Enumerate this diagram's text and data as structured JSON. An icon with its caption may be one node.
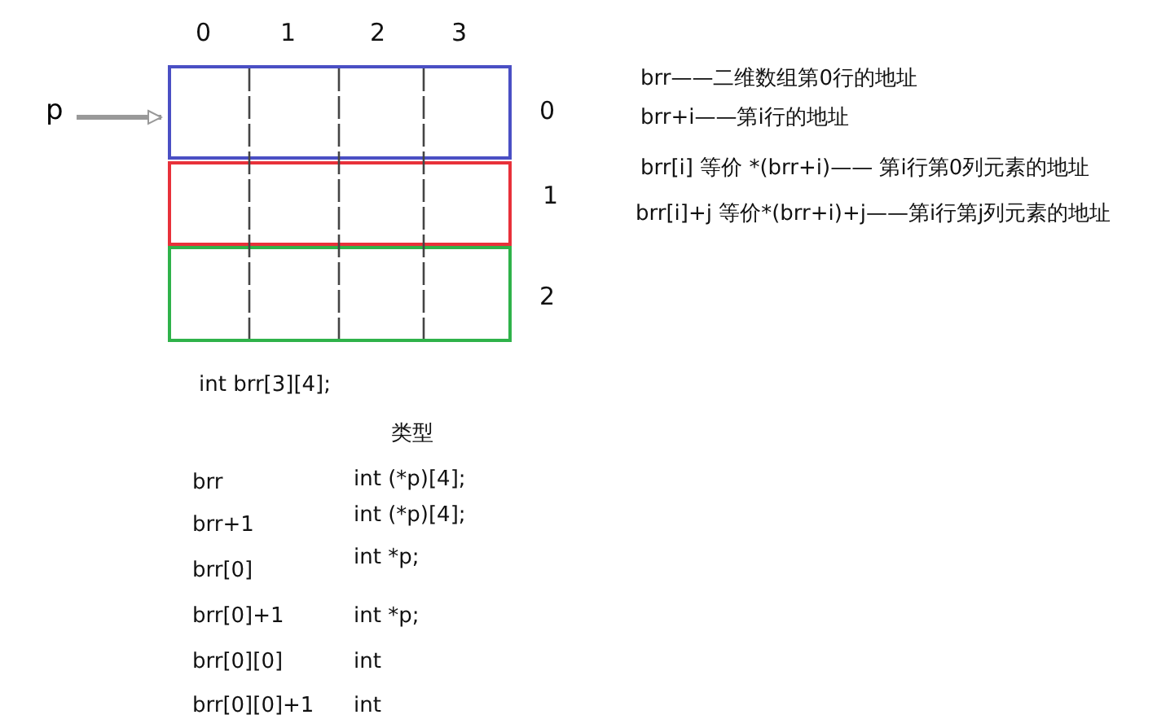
{
  "diagram": {
    "nodes": [
      {
        "text": [
          "p"
        ]
      },
      {
        "text": [],
        "shape": "box"
      },
      {
        "text": [],
        "shape": "box"
      },
      {
        "text": [],
        "shape": "box"
      }
    ],
    "edges": [
      {
        "from": 0,
        "to": 1,
        "arrow": "to"
      }
    ],
    "labels": [
      "0",
      "1",
      "2",
      "3",
      "0",
      "1",
      "2",
      "brr——二维数组第0行的地址",
      "brr+i——第i行的地址",
      "brr[i]  等价 *(brr+i)—— 第i行第0列元素的地址",
      "brr[i]+j 等价*(brr+i)+j——第i行第j列元素的地址",
      "int brr[3][4];",
      "类型",
      "brr",
      "int (*p)[4];",
      "brr+1",
      "int (*p)[4];",
      "brr[0]",
      "int *p;",
      "brr[0]+1",
      "int *p;",
      "brr[0][0]",
      "int",
      "brr[0][0]+1",
      "int"
    ]
  }
}
